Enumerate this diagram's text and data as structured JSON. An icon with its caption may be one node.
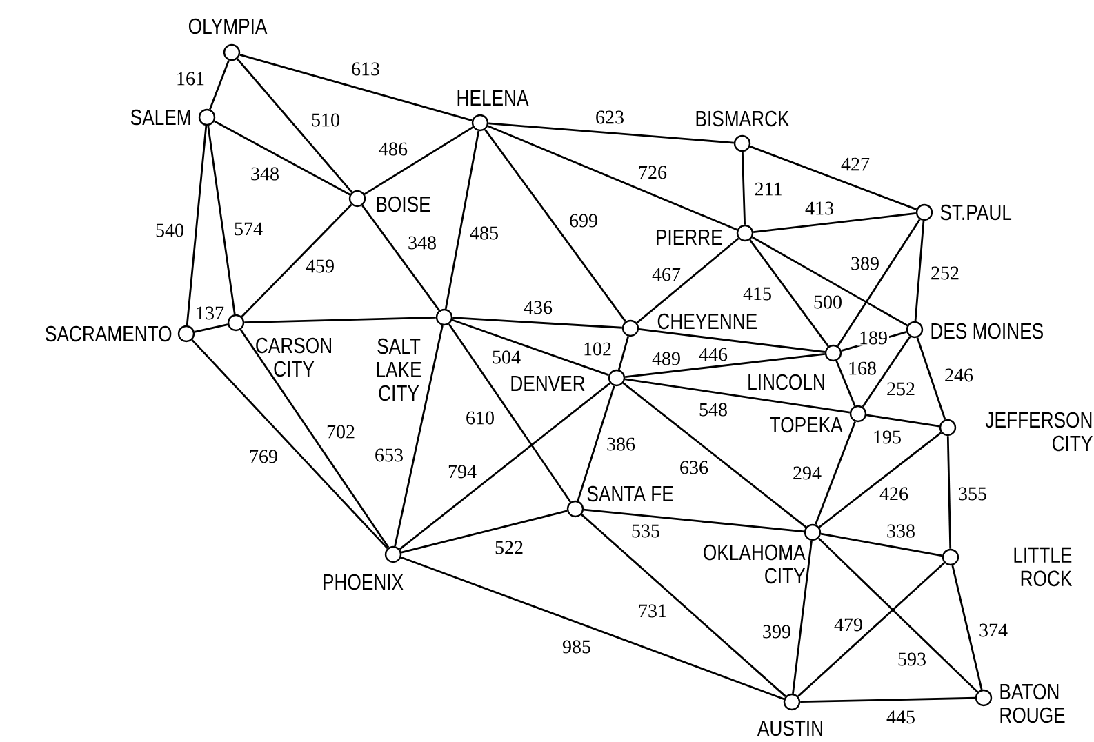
{
  "diagram": {
    "nodes": [
      {
        "text": [],
        "shape": "circle",
        "beside": [
          "OLYMPIA"
        ]
      },
      {
        "text": [],
        "shape": "circle",
        "beside": [
          "SALEM"
        ]
      },
      {
        "text": [],
        "shape": "circle",
        "beside": [
          "HELENA"
        ]
      },
      {
        "text": [],
        "shape": "circle",
        "beside": [
          "BISMARCK"
        ]
      },
      {
        "text": [],
        "shape": "circle",
        "beside": [
          "BOISE"
        ]
      },
      {
        "text": [],
        "shape": "circle",
        "beside": [
          "PIERRE"
        ]
      },
      {
        "text": [],
        "shape": "circle",
        "beside": [
          "ST.PAUL"
        ]
      },
      {
        "text": [],
        "shape": "circle",
        "beside": [
          "SACRAMENTO"
        ]
      },
      {
        "text": [],
        "shape": "circle",
        "beside": [
          "CARSON CITY"
        ]
      },
      {
        "text": [],
        "shape": "circle",
        "beside": [
          "SALT LAKE CITY"
        ]
      },
      {
        "text": [],
        "shape": "circle",
        "beside": [
          "CHEYENNE"
        ]
      },
      {
        "text": [],
        "shape": "circle",
        "beside": [
          "DES MOINES"
        ]
      },
      {
        "text": [],
        "shape": "circle",
        "beside": [
          "DENVER"
        ]
      },
      {
        "text": [],
        "shape": "circle",
        "beside": [
          "LINCOLN"
        ]
      },
      {
        "text": [],
        "shape": "circle",
        "beside": [
          "TOPEKA"
        ]
      },
      {
        "text": [],
        "shape": "circle",
        "beside": [
          "JEFFERSON CITY"
        ]
      },
      {
        "text": [],
        "shape": "circle",
        "beside": [
          "SANTA FE"
        ]
      },
      {
        "text": [],
        "shape": "circle",
        "beside": [
          "PHOENIX"
        ]
      },
      {
        "text": [],
        "shape": "circle",
        "beside": [
          "OKLAHOMA CITY"
        ]
      },
      {
        "text": [],
        "shape": "circle",
        "beside": [
          "LITTLE ROCK"
        ]
      },
      {
        "text": [],
        "shape": "circle",
        "beside": [
          "AUSTIN"
        ]
      },
      {
        "text": [],
        "shape": "circle",
        "beside": [
          "BATON ROUGE"
        ]
      }
    ],
    "edges": [
      {
        "from": 0,
        "to": 1,
        "arrow": "none",
        "label": "161"
      },
      {
        "from": 0,
        "to": 2,
        "arrow": "none",
        "label": "613"
      },
      {
        "from": 0,
        "to": 4,
        "arrow": "none",
        "label": "510"
      },
      {
        "from": 1,
        "to": 4,
        "arrow": "none",
        "label": "348"
      },
      {
        "from": 1,
        "to": 7,
        "arrow": "none",
        "label": "540"
      },
      {
        "from": 1,
        "to": 8,
        "arrow": "none",
        "label": "574"
      },
      {
        "from": 7,
        "to": 8,
        "arrow": "none",
        "label": "137"
      },
      {
        "from": 7,
        "to": 17,
        "arrow": "none",
        "label": "769"
      },
      {
        "from": 8,
        "to": 4,
        "arrow": "none",
        "label": "459"
      },
      {
        "from": 8,
        "to": 9,
        "arrow": "none"
      },
      {
        "from": 8,
        "to": 17,
        "arrow": "none",
        "label": "702"
      },
      {
        "from": 4,
        "to": 2,
        "arrow": "none",
        "label": "486"
      },
      {
        "from": 4,
        "to": 9,
        "arrow": "none",
        "label": "348"
      },
      {
        "from": 2,
        "to": 9,
        "arrow": "none",
        "label": "485"
      },
      {
        "from": 2,
        "to": 3,
        "arrow": "none",
        "label": "623"
      },
      {
        "from": 2,
        "to": 5,
        "arrow": "none",
        "label": "726"
      },
      {
        "from": 2,
        "to": 10,
        "arrow": "none",
        "label": "699"
      },
      {
        "from": 3,
        "to": 5,
        "arrow": "none",
        "label": "211"
      },
      {
        "from": 3,
        "to": 6,
        "arrow": "none",
        "label": "427"
      },
      {
        "from": 5,
        "to": 6,
        "arrow": "none",
        "label": "413"
      },
      {
        "from": 5,
        "to": 10,
        "arrow": "none",
        "label": "467"
      },
      {
        "from": 5,
        "to": 13,
        "arrow": "none",
        "label": "415"
      },
      {
        "from": 5,
        "to": 11,
        "arrow": "none",
        "label": "500"
      },
      {
        "from": 6,
        "to": 13,
        "arrow": "none",
        "label": "389"
      },
      {
        "from": 6,
        "to": 11,
        "arrow": "none",
        "label": "252"
      },
      {
        "from": 9,
        "to": 10,
        "arrow": "none",
        "label": "436"
      },
      {
        "from": 9,
        "to": 12,
        "arrow": "none",
        "label": "504"
      },
      {
        "from": 9,
        "to": 16,
        "arrow": "none",
        "label": "610"
      },
      {
        "from": 9,
        "to": 17,
        "arrow": "none",
        "label": "653"
      },
      {
        "from": 10,
        "to": 12,
        "arrow": "none",
        "label": "102"
      },
      {
        "from": 10,
        "to": 13,
        "arrow": "none",
        "label": "446"
      },
      {
        "from": 12,
        "to": 13,
        "arrow": "none",
        "label": "489"
      },
      {
        "from": 12,
        "to": 14,
        "arrow": "none",
        "label": "548"
      },
      {
        "from": 12,
        "to": 16,
        "arrow": "none",
        "label": "386"
      },
      {
        "from": 12,
        "to": 18,
        "arrow": "none",
        "label": "636"
      },
      {
        "from": 12,
        "to": 17,
        "arrow": "none",
        "label": "794"
      },
      {
        "from": 13,
        "to": 11,
        "arrow": "none",
        "label": "189"
      },
      {
        "from": 13,
        "to": 14,
        "arrow": "none",
        "label": "168"
      },
      {
        "from": 11,
        "to": 14,
        "arrow": "none",
        "label": "252"
      },
      {
        "from": 11,
        "to": 15,
        "arrow": "none",
        "label": "246"
      },
      {
        "from": 14,
        "to": 15,
        "arrow": "none",
        "label": "195"
      },
      {
        "from": 14,
        "to": 18,
        "arrow": "none",
        "label": "294"
      },
      {
        "from": 15,
        "to": 18,
        "arrow": "none",
        "label": "426"
      },
      {
        "from": 15,
        "to": 19,
        "arrow": "none",
        "label": "355"
      },
      {
        "from": 16,
        "to": 17,
        "arrow": "none",
        "label": "522"
      },
      {
        "from": 16,
        "to": 18,
        "arrow": "none",
        "label": "535"
      },
      {
        "from": 16,
        "to": 20,
        "arrow": "none",
        "label": "731"
      },
      {
        "from": 17,
        "to": 20,
        "arrow": "none",
        "label": "985"
      },
      {
        "from": 18,
        "to": 19,
        "arrow": "none",
        "label": "338"
      },
      {
        "from": 18,
        "to": 20,
        "arrow": "none",
        "label": "399"
      },
      {
        "from": 18,
        "to": 21,
        "arrow": "none",
        "label": "593"
      },
      {
        "from": 19,
        "to": 20,
        "arrow": "none",
        "label": "479"
      },
      {
        "from": 19,
        "to": 21,
        "arrow": "none",
        "label": "374"
      },
      {
        "from": 20,
        "to": 21,
        "arrow": "none",
        "label": "445"
      }
    ]
  }
}
